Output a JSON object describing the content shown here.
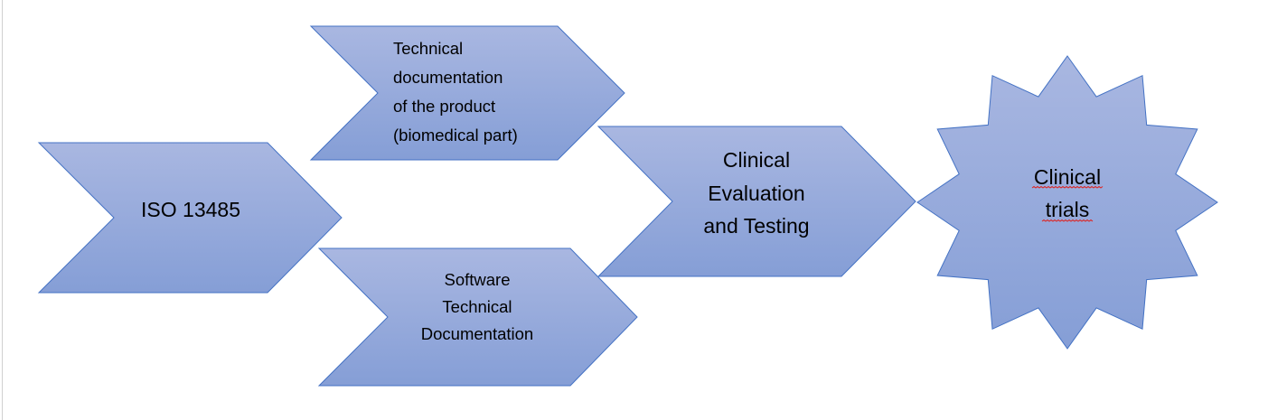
{
  "colors": {
    "fill_top": "#a9b7e1",
    "fill_bottom": "#859ed6",
    "stroke": "#4472c4",
    "spellcheck": "#e0201c"
  },
  "diagram": {
    "iso": {
      "lines": [
        "ISO 13485"
      ]
    },
    "tech_doc": {
      "lines": [
        "Technical",
        "documentation",
        "of the product",
        "(biomedical part)"
      ]
    },
    "software_doc": {
      "lines": [
        "Software",
        "Technical",
        "Documentation"
      ]
    },
    "clinical_eval": {
      "lines": [
        "Clinical",
        "Evaluation",
        "and Testing"
      ]
    },
    "clinical_trials": {
      "lines": [
        "Clinical",
        "trials"
      ]
    }
  }
}
